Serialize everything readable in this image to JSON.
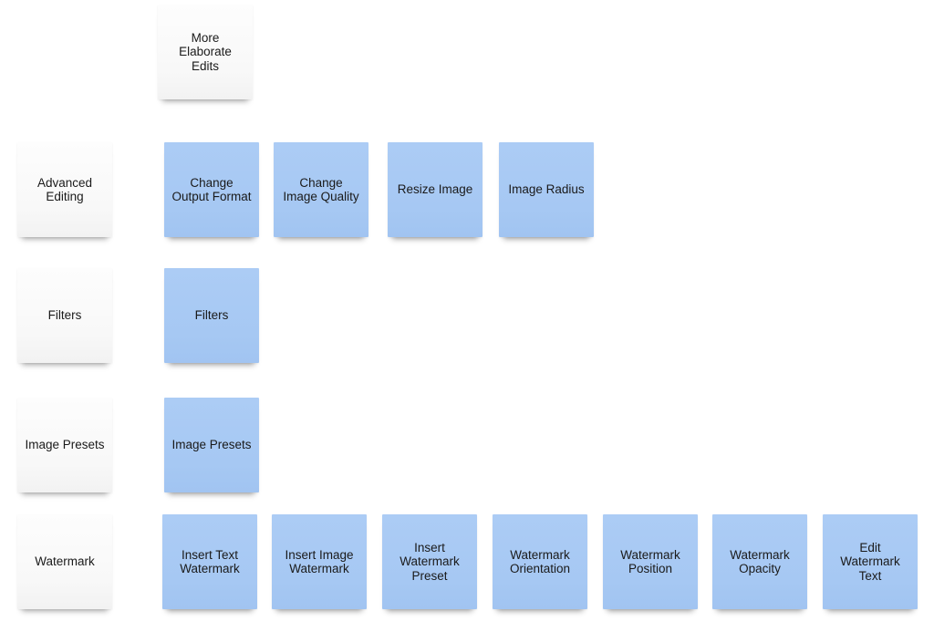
{
  "colors": {
    "white_note": "#f8f8f8",
    "blue_note": "#a6c8f3",
    "text": "#1a1a1a"
  },
  "header": {
    "more_elaborate_edits": "More\nElaborate\nEdits"
  },
  "categories": {
    "advanced_editing": "Advanced\nEditing",
    "filters": "Filters",
    "image_presets": "Image Presets",
    "watermark": "Watermark"
  },
  "advanced_editing": {
    "items": [
      "Change\nOutput Format",
      "Change\nImage Quality",
      "Resize Image",
      "Image Radius"
    ]
  },
  "filters": {
    "items": [
      "Filters"
    ]
  },
  "image_presets": {
    "items": [
      "Image Presets"
    ]
  },
  "watermark": {
    "items": [
      "Insert Text\nWatermark",
      "Insert Image\nWatermark",
      "Insert\nWatermark\nPreset",
      "Watermark\nOrientation",
      "Watermark\nPosition",
      "Watermark\nOpacity",
      "Edit\nWatermark\nText"
    ]
  }
}
